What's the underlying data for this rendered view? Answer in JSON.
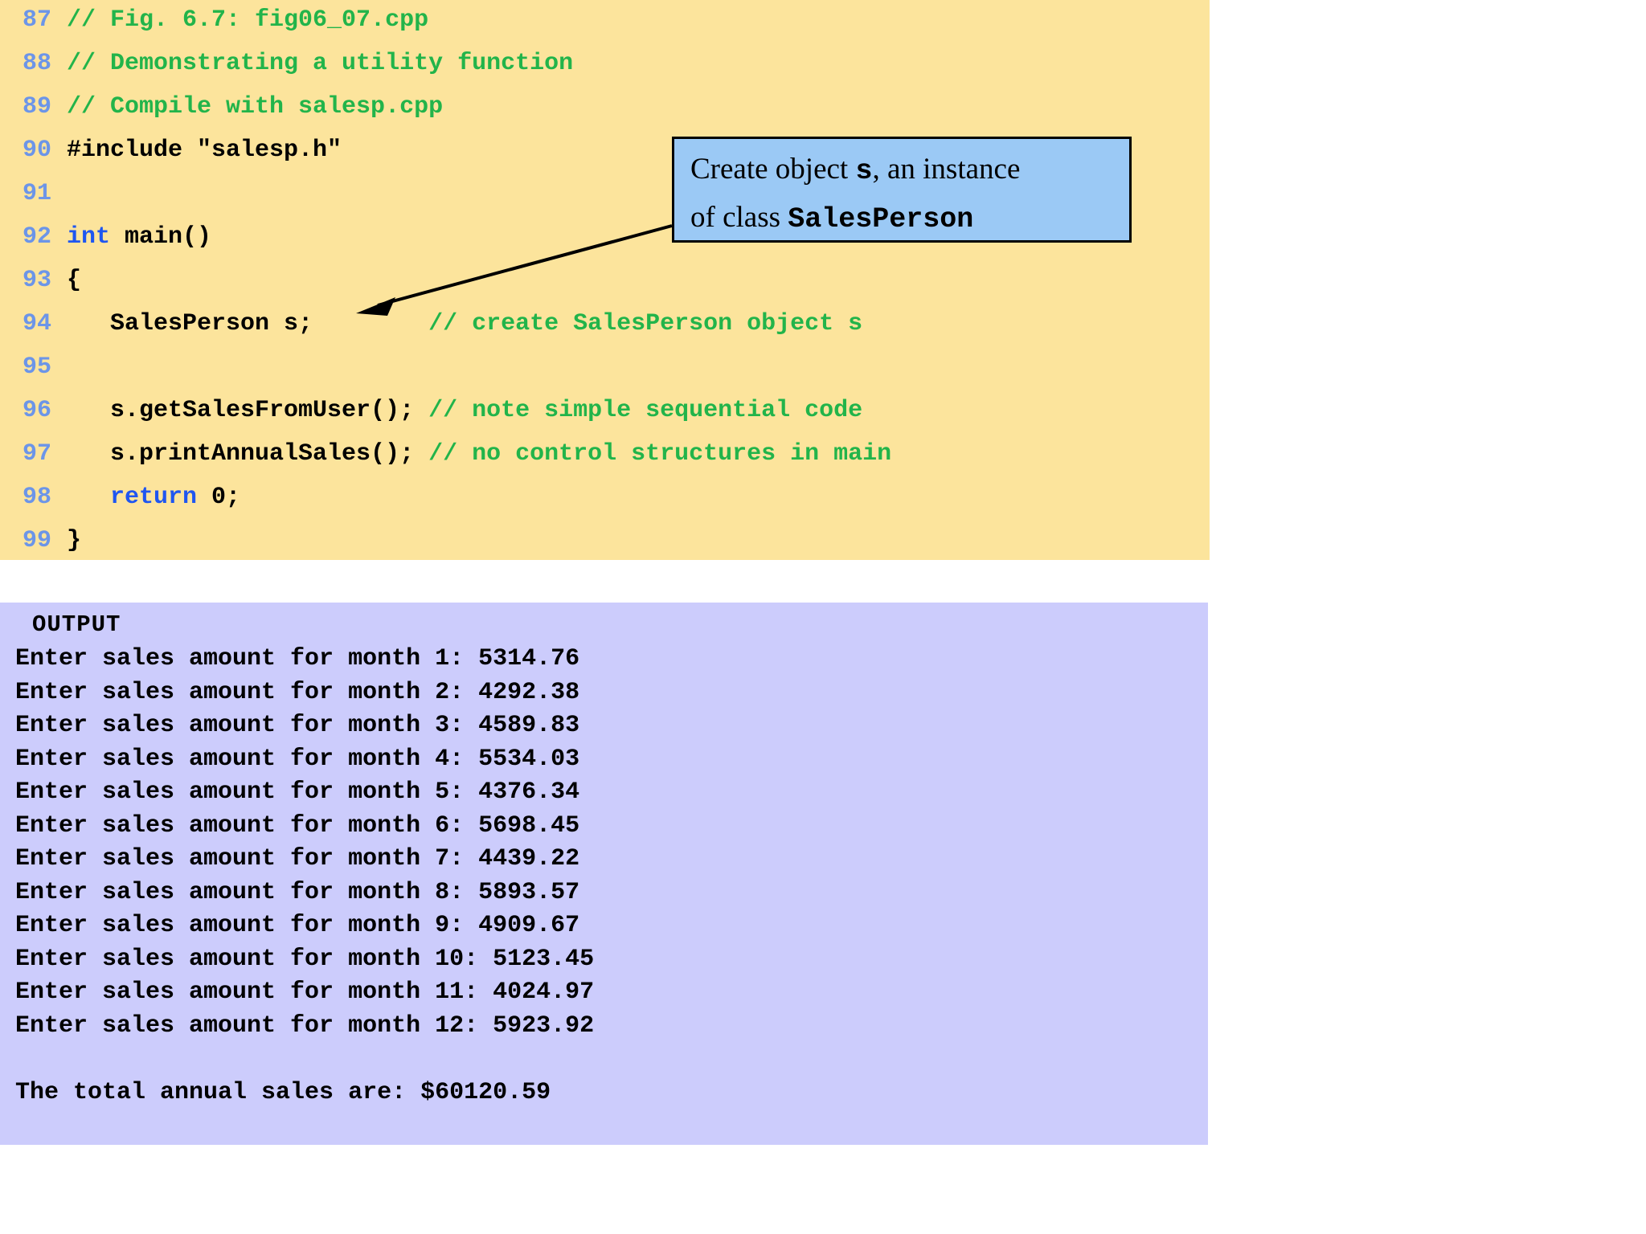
{
  "code_panel": {
    "background_color": "#FCE49C",
    "lineno_color": "#6C95E8",
    "comment_color": "#22B44A",
    "keyword_color": "#1F56F0",
    "lines": [
      {
        "no": "87",
        "segments": [
          {
            "t": "// Fig. 6.7: fig06_07.cpp",
            "c": "comment"
          }
        ]
      },
      {
        "no": "88",
        "segments": [
          {
            "t": "// Demonstrating a utility function",
            "c": "comment"
          }
        ]
      },
      {
        "no": "89",
        "segments": [
          {
            "t": "// Compile with salesp.cpp",
            "c": "comment"
          }
        ]
      },
      {
        "no": "90",
        "segments": [
          {
            "t": "#include \"salesp.h\"",
            "c": "plain"
          }
        ]
      },
      {
        "no": "91",
        "segments": [
          {
            "t": "",
            "c": "plain"
          }
        ]
      },
      {
        "no": "92",
        "segments": [
          {
            "t": "int",
            "c": "kw"
          },
          {
            "t": " main()",
            "c": "plain"
          }
        ]
      },
      {
        "no": "93",
        "segments": [
          {
            "t": "{",
            "c": "plain"
          }
        ]
      },
      {
        "no": "94",
        "segments": [
          {
            "t": "   SalesPerson s;        ",
            "c": "plain"
          },
          {
            "t": "// create SalesPerson object s",
            "c": "comment"
          }
        ]
      },
      {
        "no": "95",
        "segments": [
          {
            "t": "",
            "c": "plain"
          }
        ]
      },
      {
        "no": "96",
        "segments": [
          {
            "t": "   s.getSalesFromUser(); ",
            "c": "plain"
          },
          {
            "t": "// note simple sequential code",
            "c": "comment"
          }
        ]
      },
      {
        "no": "97",
        "segments": [
          {
            "t": "   s.printAnnualSales(); ",
            "c": "plain"
          },
          {
            "t": "// no control structures in main",
            "c": "comment"
          }
        ]
      },
      {
        "no": "98",
        "segments": [
          {
            "t": "   ",
            "c": "plain"
          },
          {
            "t": "return",
            "c": "kw"
          },
          {
            "t": " 0;",
            "c": "plain"
          }
        ]
      },
      {
        "no": "99",
        "segments": [
          {
            "t": "}",
            "c": "plain"
          }
        ]
      }
    ]
  },
  "callout": {
    "background_color": "#9BC9F5",
    "border_color": "#000000",
    "line1_before": "Create object ",
    "line1_code": "s",
    "line1_after": ", an instance",
    "line2_before": "of class ",
    "line2_code": "SalesPerson",
    "arrow_color": "#000000"
  },
  "output_panel": {
    "background_color": "#CCCCFC",
    "title": "OUTPUT",
    "lines": [
      "Enter sales amount for month 1: 5314.76",
      "Enter sales amount for month 2: 4292.38",
      "Enter sales amount for month 3: 4589.83",
      "Enter sales amount for month 4: 5534.03",
      "Enter sales amount for month 5: 4376.34",
      "Enter sales amount for month 6: 5698.45",
      "Enter sales amount for month 7: 4439.22",
      "Enter sales amount for month 8: 5893.57",
      "Enter sales amount for month 9: 4909.67",
      "Enter sales amount for month 10: 5123.45",
      "Enter sales amount for month 11: 4024.97",
      "Enter sales amount for month 12: 5923.92",
      "",
      "The total annual sales are: $60120.59"
    ]
  }
}
